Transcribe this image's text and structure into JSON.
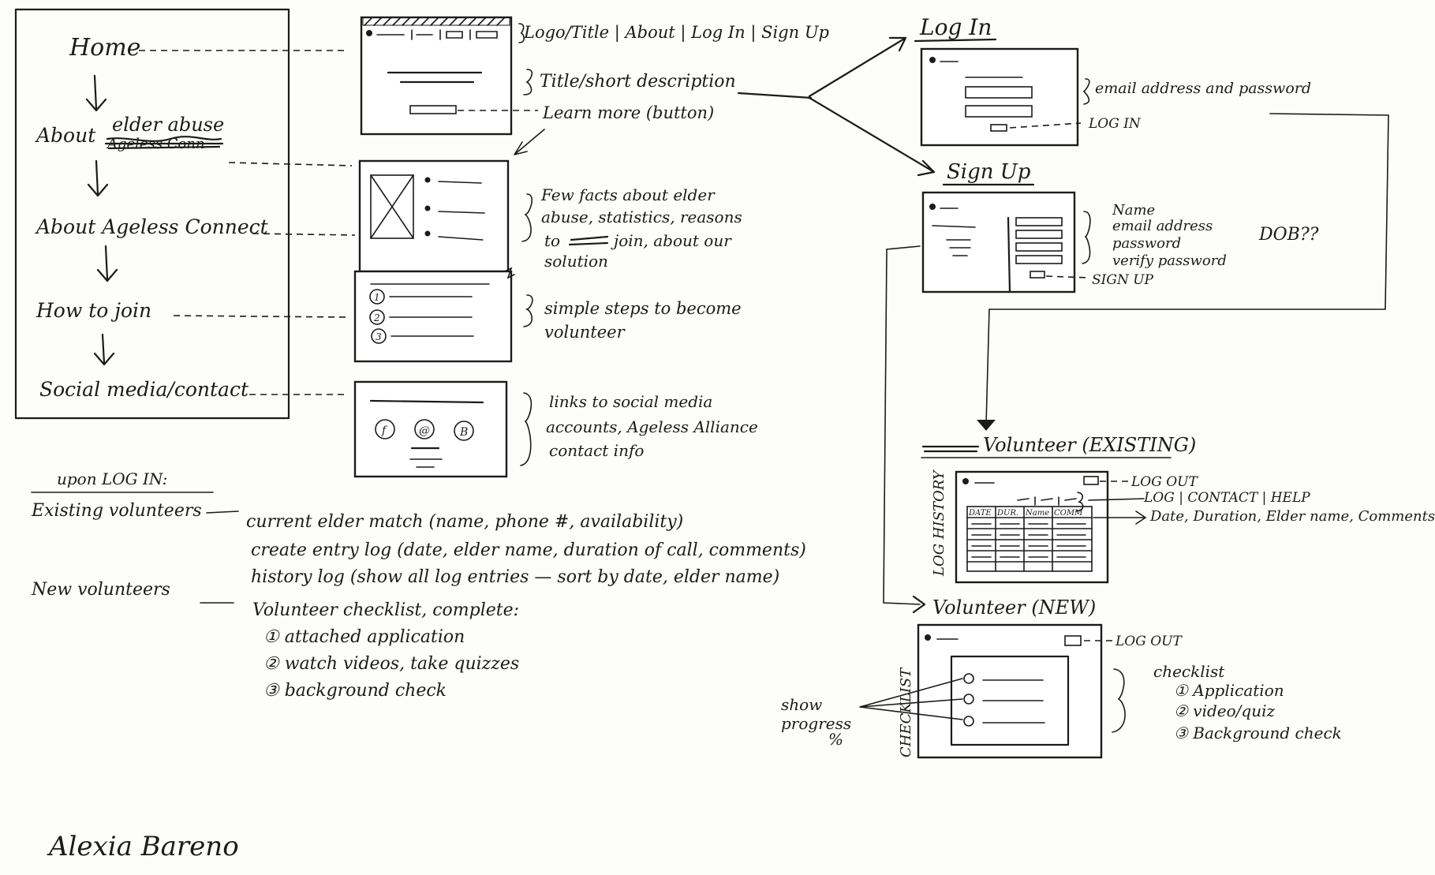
{
  "sitemap": {
    "home": "Home",
    "about_prefix": "About",
    "about_insert": "elder abuse",
    "about_struck": "Ageless Conn",
    "about_ageless": "About Ageless Connect",
    "how_to_join": "How to join",
    "social": "Social media/contact"
  },
  "home_page": {
    "nav_note": "Logo/Title | About | Log In | Sign Up",
    "title_note": "Title/short description",
    "learn_more_note": "Learn more (button)"
  },
  "about_section": {
    "facts_note_1": "Few facts about elder",
    "facts_note_2": "abuse, statistics, reasons",
    "facts_note_3a": "to",
    "facts_note_3b": "join, about our",
    "facts_note_4": "solution"
  },
  "join_section": {
    "steps_note_1": "simple steps to become",
    "steps_note_2": "volunteer",
    "step_nums": [
      "1",
      "2",
      "3"
    ]
  },
  "contact_section": {
    "links_note_1": "links to social media",
    "links_note_2": "accounts, Ageless Alliance",
    "links_note_3": "contact info",
    "social_icons": [
      "f",
      "@",
      "B"
    ]
  },
  "login": {
    "heading": "Log In",
    "fields_note": "email address and password",
    "button_note": "LOG IN"
  },
  "signup": {
    "heading": "Sign Up",
    "fields": [
      "Name",
      "email address",
      "password",
      "verify password"
    ],
    "dob_note": "DOB??",
    "button_note": "SIGN UP"
  },
  "volunteer_existing": {
    "heading": "Volunteer (EXISTING)",
    "logout_note": "LOG OUT",
    "nav_note": "LOG | CONTACT | HELP",
    "columns_note": "Date, Duration, Elder name, Comments",
    "side_label": "LOG HISTORY",
    "table_headers": [
      "DATE",
      "DUR.",
      "Name",
      "COMM"
    ]
  },
  "volunteer_new": {
    "heading": "Volunteer (NEW)",
    "logout_note": "LOG OUT",
    "side_label": "CHECKLIST",
    "progress_note_1": "show",
    "progress_note_2": "progress",
    "progress_note_3": "%",
    "checklist_title": "checklist",
    "checklist_items": [
      "① Application",
      "② video/quiz",
      "③ Background check"
    ]
  },
  "upon_login": {
    "heading": "upon LOG IN:",
    "existing_label": "Existing volunteers",
    "existing_items": [
      "current elder match (name, phone #, availability)",
      "create entry log (date, elder name, duration of call, comments)",
      "history log (show all log entries — sort by date, elder name)"
    ],
    "new_label": "New volunteers",
    "new_intro": "Volunteer checklist, complete:",
    "new_items": [
      "① attached application",
      "② watch videos, take quizzes",
      "③ background check"
    ]
  },
  "author": "Alexia Bareno"
}
